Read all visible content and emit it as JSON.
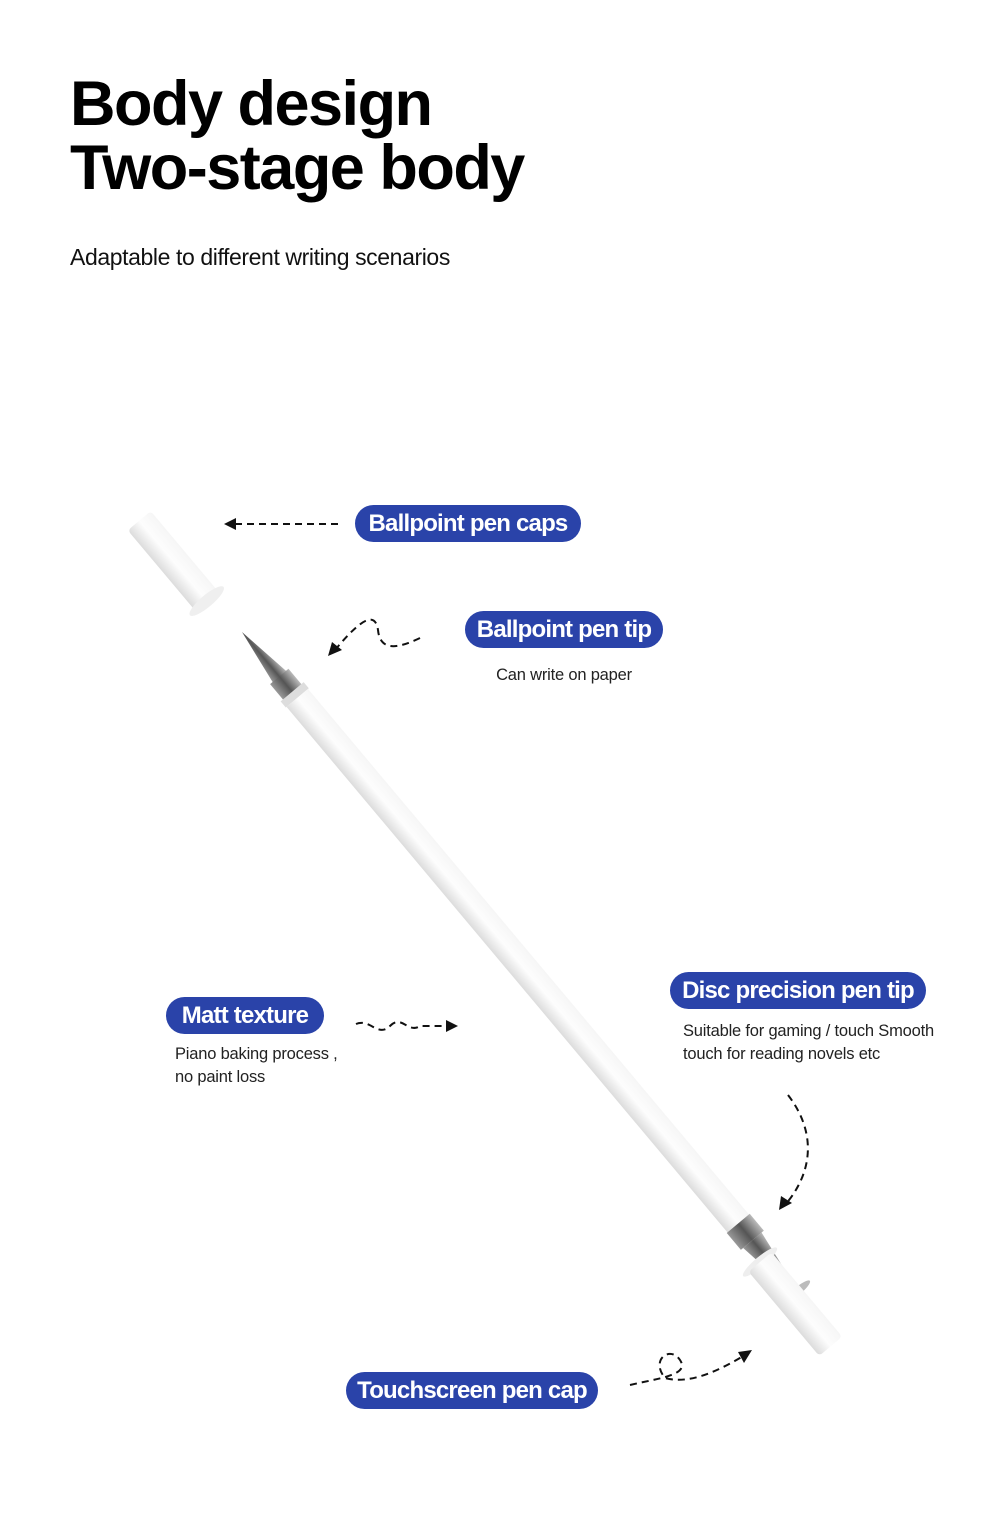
{
  "heading": {
    "line1": "Body design",
    "line2": "Two-stage body",
    "subtitle": "Adaptable to different writing scenarios"
  },
  "callouts": {
    "ballpoint_caps": {
      "label": "Ballpoint pen caps"
    },
    "ballpoint_tip": {
      "label": "Ballpoint pen tip",
      "desc": "Can write on paper"
    },
    "matt": {
      "label": "Matt texture",
      "desc1": "Piano baking process ,",
      "desc2": "no paint loss"
    },
    "disc": {
      "label": "Disc precision pen tip",
      "desc1": "Suitable for gaming / touch Smooth",
      "desc2": "touch for reading novels etc"
    },
    "touch_cap": {
      "label": "Touchscreen pen cap"
    }
  },
  "colors": {
    "pill": "#2a43a9"
  }
}
